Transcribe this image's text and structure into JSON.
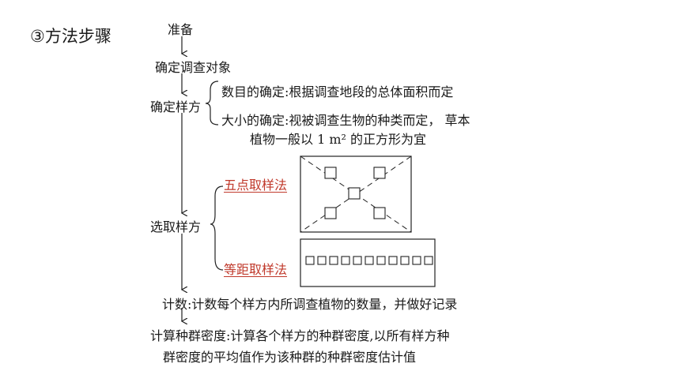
{
  "heading": "③方法步骤",
  "flow": {
    "step1": "准备",
    "step2": "确定调查对象",
    "step3": "确定样方",
    "step3_sub1": "数目的确定:根据调查地段的总体面积而定",
    "step3_sub2_line1": "大小的确定:视被调查生物的种类而定， 草本",
    "step3_sub2_line2": "植物一般以 1 m² 的正方形为宜",
    "step4": "选取样方",
    "method1": "五点取样法",
    "method2": "等距取样法",
    "step5": "计数:计数每个样方内所调查植物的数量，并做好记录",
    "step6_line1": "计算种群密度:计算各个样方的种群密度,以所有样方种",
    "step6_line2": "群密度的平均值作为该种群的种群密度估计值"
  }
}
